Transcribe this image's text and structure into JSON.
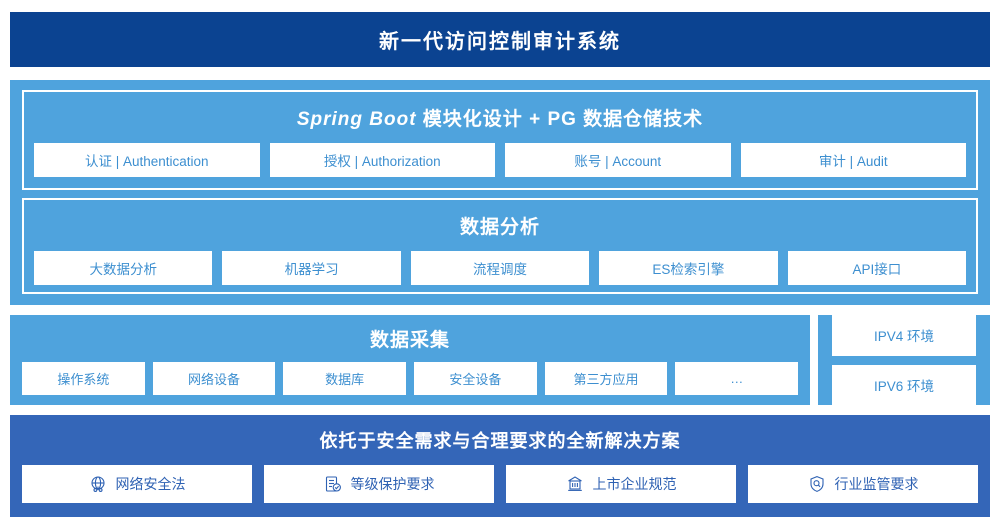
{
  "header": {
    "title": "新一代访问控制审计系统"
  },
  "colors": {
    "header_navy": "#0b4391",
    "panel_blue": "#4fa3dd",
    "panel_dark_blue": "#3466b8",
    "card_bg": "#ffffff",
    "card_text_blue": "#3d8fd0",
    "card_text_dark_blue": "#2f62b3"
  },
  "platform": {
    "springboot": {
      "title_prefix": "Spring Boot",
      "title_suffix": " 模块化设计 + PG 数据仓储技术",
      "items": [
        {
          "label": "认证 | Authentication"
        },
        {
          "label": "授权 | Authorization"
        },
        {
          "label": "账号 | Account"
        },
        {
          "label": "审计 | Audit"
        }
      ]
    },
    "analysis": {
      "title": "数据分析",
      "items": [
        {
          "label": "大数据分析"
        },
        {
          "label": "机器学习"
        },
        {
          "label": "流程调度"
        },
        {
          "label": "ES检索引擎"
        },
        {
          "label": "API接口"
        }
      ]
    }
  },
  "collection": {
    "title": "数据采集",
    "items": [
      {
        "label": "操作系统"
      },
      {
        "label": "网络设备"
      },
      {
        "label": "数据库"
      },
      {
        "label": "安全设备"
      },
      {
        "label": "第三方应用"
      },
      {
        "label": "…"
      }
    ]
  },
  "ip_env": {
    "items": [
      {
        "label": "IPV4 环境"
      },
      {
        "label": "IPV6 环境"
      }
    ]
  },
  "compliance": {
    "title": "依托于安全需求与合理要求的全新解决方案",
    "items": [
      {
        "label": "网络安全法",
        "icon": "globe-network-icon"
      },
      {
        "label": "等级保护要求",
        "icon": "document-check-icon"
      },
      {
        "label": "上市企业规范",
        "icon": "bank-building-icon"
      },
      {
        "label": "行业监管要求",
        "icon": "shield-search-icon"
      }
    ]
  }
}
